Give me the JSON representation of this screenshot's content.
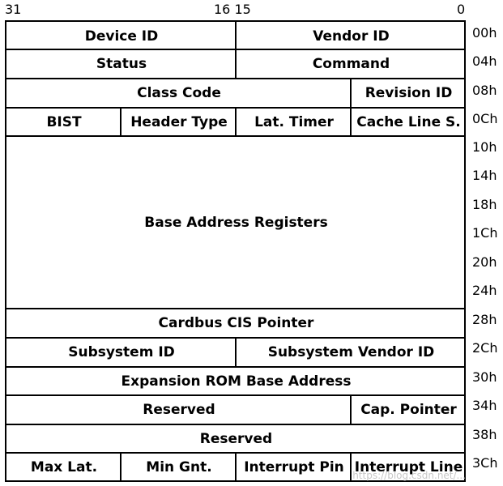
{
  "bit_labels": {
    "b31": "31",
    "b16_15": "16 15",
    "b0": "0"
  },
  "fields": {
    "device_id": "Device ID",
    "vendor_id": "Vendor ID",
    "status": "Status",
    "command": "Command",
    "class_code": "Class Code",
    "revision_id": "Revision ID",
    "bist": "BIST",
    "header_type": "Header Type",
    "lat_timer": "Lat. Timer",
    "cache_line": "Cache Line S.",
    "bars": "Base Address Registers",
    "cardbus": "Cardbus CIS Pointer",
    "subsystem_id": "Subsystem ID",
    "subsystem_vendor_id": "Subsystem Vendor ID",
    "expansion_rom": "Expansion ROM Base Address",
    "reserved1": "Reserved",
    "cap_pointer": "Cap. Pointer",
    "reserved2": "Reserved",
    "max_lat": "Max Lat.",
    "min_gnt": "Min Gnt.",
    "interrupt_pin": "Interrupt Pin",
    "interrupt_line": "Interrupt Line"
  },
  "offsets": [
    "00h",
    "04h",
    "08h",
    "0Ch",
    "10h",
    "14h",
    "18h",
    "1Ch",
    "20h",
    "24h",
    "28h",
    "2Ch",
    "30h",
    "34h",
    "38h",
    "3Ch"
  ],
  "watermark": "https://blog.csdn.net/..."
}
